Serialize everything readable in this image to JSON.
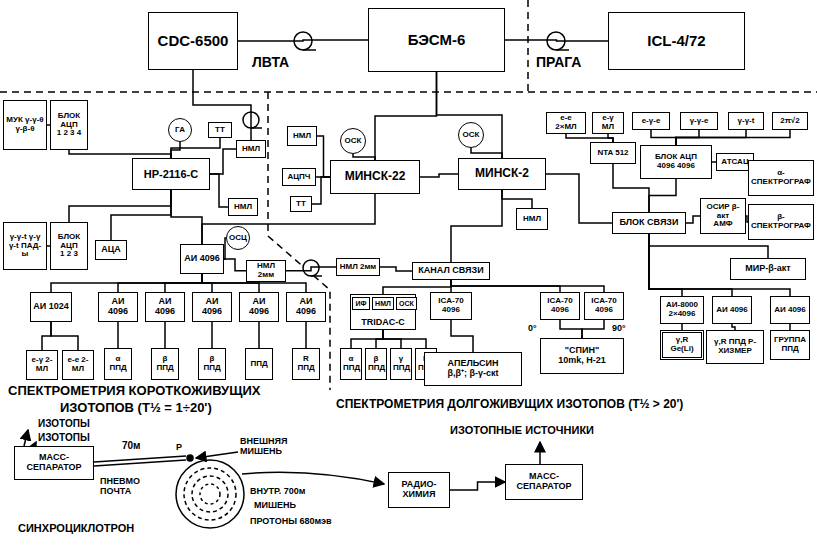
{
  "diagram": {
    "nodes": [
      {
        "text": [
          "CDC-6500"
        ]
      },
      {
        "text": [
          "БЭСМ-6"
        ]
      },
      {
        "text": [
          "ICL-4/72"
        ]
      },
      {
        "text": [
          "МУК γ-γ-θ γ-β-θ"
        ]
      },
      {
        "text": [
          "БЛОК АЦП",
          "1 2 3 4"
        ]
      },
      {
        "text": [
          "ГА"
        ]
      },
      {
        "text": [
          "ТТ"
        ]
      },
      {
        "text": [
          "НР-2116-С"
        ]
      },
      {
        "text": [
          "НМЛ"
        ]
      },
      {
        "text": [
          "НМЛ"
        ]
      },
      {
        "text": [
          "γ-γ-t γ-γ γ-t ПАД-ы"
        ]
      },
      {
        "text": [
          "БЛОК АЦП",
          "1 2 3"
        ]
      },
      {
        "text": [
          "АЦА"
        ]
      },
      {
        "text": [
          "АИ 4096"
        ]
      },
      {
        "text": [
          "ОСЦ"
        ]
      },
      {
        "text": [
          "НМЛ 2мм"
        ]
      },
      {
        "text": [
          "АИ 1024"
        ]
      },
      {
        "text": [
          "АИ 4096"
        ]
      },
      {
        "text": [
          "АИ 4096"
        ]
      },
      {
        "text": [
          "АИ 4096"
        ]
      },
      {
        "text": [
          "АИ 4096"
        ]
      },
      {
        "text": [
          "АИ 4096"
        ]
      },
      {
        "text": [
          "e-γ 2-МЛ"
        ]
      },
      {
        "text": [
          "e-e 2-МЛ"
        ]
      },
      {
        "text": [
          "α ППД"
        ]
      },
      {
        "text": [
          "β ППД"
        ]
      },
      {
        "text": [
          "β ППД"
        ]
      },
      {
        "text": [
          "ППД"
        ]
      },
      {
        "text": [
          "R ППД"
        ]
      },
      {
        "text": [
          "НМЛ"
        ]
      },
      {
        "text": [
          "АЦПЧ"
        ]
      },
      {
        "text": [
          "ТТ"
        ]
      },
      {
        "text": [
          "ОСК"
        ]
      },
      {
        "text": [
          "МИНСК-22"
        ]
      },
      {
        "text": [
          "МИНСК-2"
        ]
      },
      {
        "text": [
          "ОСК"
        ]
      },
      {
        "text": [
          "НМЛ"
        ]
      },
      {
        "text": [
          "НМЛ 2мм"
        ]
      },
      {
        "text": [
          "КАНАЛ СВЯЗИ"
        ]
      },
      {
        "text": [
          "TRIDAC-C"
        ]
      },
      {
        "text": [
          "ИФ"
        ],
        "in": 39
      },
      {
        "text": [
          "НМЛ"
        ],
        "in": 39
      },
      {
        "text": [
          "ОСК"
        ],
        "in": 39
      },
      {
        "text": [
          "α ППД"
        ]
      },
      {
        "text": [
          "β ППД"
        ]
      },
      {
        "text": [
          "γ ППД"
        ]
      },
      {
        "text": [
          "R ППД"
        ]
      },
      {
        "text": [
          "ICA-70 4096"
        ]
      },
      {
        "text": [
          "АПЕЛЬСИН",
          "β,β⁺; β-γ-скt"
        ]
      },
      {
        "text": [
          "ICA-70 4096"
        ]
      },
      {
        "text": [
          "ICA-70 4096"
        ]
      },
      {
        "text": [
          "\"СПИН\"",
          "10mk, H-21"
        ]
      },
      {
        "text": [
          "e-e 2×МЛ"
        ]
      },
      {
        "text": [
          "e-γ МЛ"
        ]
      },
      {
        "text": [
          "NTA 512"
        ]
      },
      {
        "text": [
          "e-γ-e"
        ]
      },
      {
        "text": [
          "γ-γ-e"
        ]
      },
      {
        "text": [
          "γ-γ-t"
        ]
      },
      {
        "text": [
          "2π√2"
        ]
      },
      {
        "text": [
          "БЛОК АЦП",
          "4096 4096"
        ]
      },
      {
        "text": [
          "АТСАЦ"
        ]
      },
      {
        "text": [
          "α-СПЕКТРОГРАФ"
        ]
      },
      {
        "text": [
          "ОСИР β-акт",
          "АМФ"
        ]
      },
      {
        "text": [
          "β-СПЕКТРОГРАФ"
        ]
      },
      {
        "text": [
          "БЛОК СВЯЗИ"
        ]
      },
      {
        "text": [
          "МИР-β-акт"
        ]
      },
      {
        "text": [
          "АИ-8000 2×4096"
        ]
      },
      {
        "text": [
          "γ,R Ge(Li)"
        ]
      },
      {
        "text": [
          "АИ 4096"
        ]
      },
      {
        "text": [
          "γ,R ППД Р-ХИЗМЕР"
        ]
      },
      {
        "text": [
          "АИ 4096"
        ]
      },
      {
        "text": [
          "ГРУППА ППД"
        ]
      },
      {
        "text": [
          "МАСС- СЕПАРАТОР"
        ]
      },
      {
        "text": [
          "РАДИО- ХИМИЯ"
        ]
      },
      {
        "text": [
          "МАСС- СЕПАРАТОР"
        ]
      }
    ],
    "edges": [
      {
        "from": 0,
        "to": 1,
        "arrow": "none"
      },
      {
        "from": 1,
        "to": 2,
        "arrow": "none"
      },
      {
        "from": 1,
        "to": 33,
        "arrow": "none"
      },
      {
        "from": 1,
        "to": 34,
        "arrow": "none"
      },
      {
        "from": 0,
        "to": 8,
        "arrow": "none"
      },
      {
        "from": 3,
        "to": 4,
        "arrow": "none"
      },
      {
        "from": 7,
        "to": 4,
        "arrow": "none"
      },
      {
        "from": 10,
        "to": 11,
        "arrow": "none"
      },
      {
        "from": 7,
        "to": 11,
        "arrow": "none"
      },
      {
        "from": 7,
        "to": 5,
        "arrow": "none"
      },
      {
        "from": 7,
        "to": 6,
        "arrow": "none"
      },
      {
        "from": 7,
        "to": 8,
        "arrow": "none"
      },
      {
        "from": 7,
        "to": 9,
        "arrow": "none"
      },
      {
        "from": 7,
        "to": 12,
        "arrow": "none"
      },
      {
        "from": 7,
        "to": 13,
        "arrow": "none"
      },
      {
        "from": 13,
        "to": 14,
        "arrow": "none"
      },
      {
        "from": 13,
        "to": 15,
        "arrow": "none"
      },
      {
        "from": 15,
        "to": 37,
        "arrow": "none"
      },
      {
        "from": 37,
        "to": 38,
        "arrow": "none"
      },
      {
        "from": 13,
        "to": 16,
        "arrow": "none"
      },
      {
        "from": 13,
        "to": 17,
        "arrow": "none"
      },
      {
        "from": 13,
        "to": 18,
        "arrow": "none"
      },
      {
        "from": 13,
        "to": 19,
        "arrow": "none"
      },
      {
        "from": 13,
        "to": 20,
        "arrow": "none"
      },
      {
        "from": 13,
        "to": 21,
        "arrow": "none"
      },
      {
        "from": 16,
        "to": 22,
        "arrow": "none"
      },
      {
        "from": 16,
        "to": 23,
        "arrow": "none"
      },
      {
        "from": 17,
        "to": 24,
        "arrow": "none"
      },
      {
        "from": 18,
        "to": 25,
        "arrow": "none"
      },
      {
        "from": 19,
        "to": 26,
        "arrow": "none"
      },
      {
        "from": 20,
        "to": 27,
        "arrow": "none"
      },
      {
        "from": 21,
        "to": 28,
        "arrow": "none"
      },
      {
        "from": 13,
        "to": 33,
        "arrow": "none"
      },
      {
        "from": 33,
        "to": 29,
        "arrow": "none"
      },
      {
        "from": 33,
        "to": 30,
        "arrow": "none"
      },
      {
        "from": 33,
        "to": 31,
        "arrow": "none"
      },
      {
        "from": 33,
        "to": 32,
        "arrow": "none"
      },
      {
        "from": 33,
        "to": 34,
        "arrow": "none"
      },
      {
        "from": 34,
        "to": 35,
        "arrow": "none"
      },
      {
        "from": 34,
        "to": 36,
        "arrow": "none"
      },
      {
        "from": 34,
        "to": 38,
        "arrow": "none"
      },
      {
        "from": 38,
        "to": 39,
        "arrow": "none"
      },
      {
        "from": 38,
        "to": 47,
        "arrow": "none"
      },
      {
        "from": 38,
        "to": 49,
        "arrow": "none"
      },
      {
        "from": 38,
        "to": 50,
        "arrow": "none"
      },
      {
        "from": 39,
        "to": 43,
        "arrow": "none"
      },
      {
        "from": 39,
        "to": 44,
        "arrow": "none"
      },
      {
        "from": 39,
        "to": 45,
        "arrow": "none"
      },
      {
        "from": 39,
        "to": 46,
        "arrow": "none"
      },
      {
        "from": 47,
        "to": 48,
        "arrow": "none"
      },
      {
        "from": 49,
        "to": 51,
        "arrow": "none"
      },
      {
        "from": 50,
        "to": 51,
        "arrow": "none"
      },
      {
        "from": 34,
        "to": 64,
        "arrow": "none"
      },
      {
        "from": 64,
        "to": 59,
        "arrow": "none"
      },
      {
        "from": 64,
        "to": 54,
        "arrow": "none"
      },
      {
        "from": 54,
        "to": 52,
        "arrow": "none"
      },
      {
        "from": 54,
        "to": 53,
        "arrow": "none"
      },
      {
        "from": 59,
        "to": 55,
        "arrow": "none"
      },
      {
        "from": 59,
        "to": 56,
        "arrow": "none"
      },
      {
        "from": 59,
        "to": 57,
        "arrow": "none"
      },
      {
        "from": 59,
        "to": 58,
        "arrow": "none"
      },
      {
        "from": 59,
        "to": 60,
        "arrow": "none"
      },
      {
        "from": 60,
        "to": 61,
        "arrow": "none"
      },
      {
        "from": 64,
        "to": 62,
        "arrow": "none"
      },
      {
        "from": 62,
        "to": 63,
        "arrow": "none"
      },
      {
        "from": 64,
        "to": 65,
        "arrow": "none"
      },
      {
        "from": 64,
        "to": 66,
        "arrow": "none"
      },
      {
        "from": 64,
        "to": 68,
        "arrow": "none"
      },
      {
        "from": 64,
        "to": 70,
        "arrow": "none"
      },
      {
        "from": 66,
        "to": 67,
        "arrow": "none"
      },
      {
        "from": 68,
        "to": 69,
        "arrow": "none"
      },
      {
        "from": 70,
        "to": 71,
        "arrow": "none"
      },
      {
        "from": 73,
        "to": 74,
        "arrow": "to"
      }
    ],
    "labels": [
      "ЛВТА",
      "ПРАГА",
      "СПЕКТРОМЕТРИЯ КОРОТКОЖИВУЩИХ",
      "ИЗОТОПОВ (T½ = 1÷20')",
      "ИЗОТОПЫ",
      "ИЗОТОПЫ",
      "70м",
      "Р",
      "ВНЕШНЯЯ МИШЕНЬ",
      "ПНЕВМО ПОЧТА",
      "ВНУТР. 700м",
      "МИШЕНЬ",
      "СИНХРОЦИКЛОТРОН",
      "ПРОТОНЫ 680мэв",
      "СПЕКТРОМЕТРИЯ ДОЛГОЖИВУЩИХ ИЗОТОПОВ (T½ > 20')",
      "ИЗОТОПНЫЕ ИСТОЧНИКИ",
      "0°",
      "90°"
    ]
  }
}
